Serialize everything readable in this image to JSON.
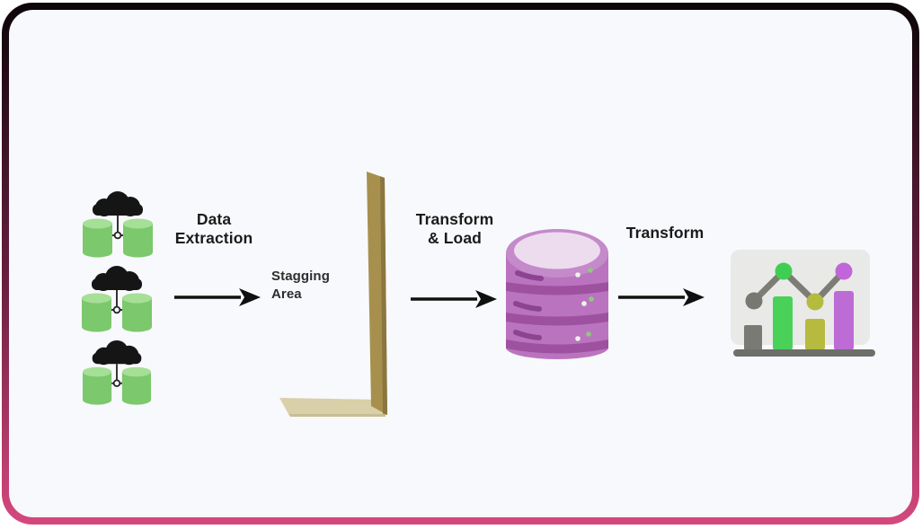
{
  "colors": {
    "frame_top": "#0c0609",
    "frame_mid": "#6b2142",
    "frame_bottom": "#d5487e",
    "canvas_bg": "#f8f9fc",
    "label_text": "#1b1b1b",
    "arrow": "#101010"
  },
  "labels": {
    "extraction": {
      "line1": "Data",
      "line2": "Extraction"
    },
    "staging": {
      "line1": "Stagging",
      "line2": "Area"
    },
    "transform_load": {
      "line1": "Transform",
      "line2": "& Load"
    },
    "transform": "Transform"
  },
  "icons": {
    "source": {
      "count": 3,
      "cloud_color": "#151515",
      "cylinder_color": "#7cc86d",
      "cylinder_top_color": "#a6df96",
      "connector_color": "#333333",
      "node_fill": "#f8f9fc"
    },
    "staging_board": {
      "vertical_color": "#a7904e",
      "vertical_edge_color": "#8b763f",
      "base_color": "#d9cfa8",
      "base_edge_color": "#c9bd92"
    },
    "database": {
      "body_color": "#ba74bf",
      "band_color": "#9e51a0",
      "top_color": "#c48aca",
      "top_inner_color": "#eddbee",
      "dash_color": "#8d4490",
      "dot_white": "#eef4ec",
      "dot_green": "#8fc87e"
    },
    "chart": {
      "panel_color": "#e9e9e7",
      "baseline_color": "#6e6e6a",
      "line_color": "#7d7d76",
      "bars": [
        {
          "label": "gray",
          "color": "#7a7a74"
        },
        {
          "label": "green",
          "color": "#49d15a"
        },
        {
          "label": "olive",
          "color": "#b6bb3f"
        },
        {
          "label": "purple",
          "color": "#bd6cd6"
        }
      ],
      "dots": [
        {
          "label": "gray",
          "color": "#787872"
        },
        {
          "label": "green",
          "color": "#3ecf52"
        },
        {
          "label": "olive",
          "color": "#b5bb3e"
        },
        {
          "label": "purple",
          "color": "#c066d9"
        }
      ]
    }
  }
}
